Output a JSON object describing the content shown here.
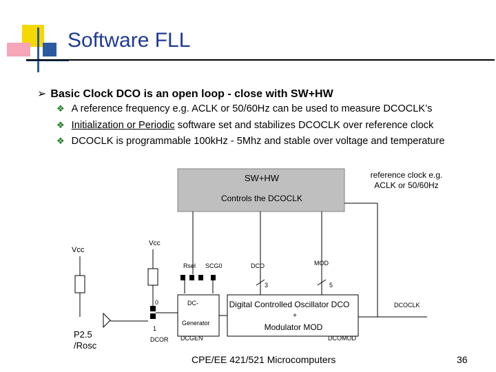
{
  "title": "Software FLL",
  "main_bullet": "Basic Clock DCO is an open loop - close with SW+HW",
  "sub_bullets": [
    {
      "prefix": "A reference frequency e.g. ACLK or 50/60Hz can be used to measure DCOCLK’s",
      "underlined": "",
      "suffix": ""
    },
    {
      "prefix": "",
      "underlined": "Initialization or Periodic",
      "suffix": " software set and stabilizes DCOCLK over reference clock"
    },
    {
      "prefix": "DCOCLK is programmable 100kHz - 5Mhz and stable over voltage and temperature",
      "underlined": "",
      "suffix": ""
    }
  ],
  "diagram": {
    "box_title": "SW+HW",
    "box_subtitle": "Controls the DCOCLK",
    "ref_clock_line1": "reference clock e.g.",
    "ref_clock_line2": "ACLK or 50/60Hz",
    "vcc_left": "Vcc",
    "vcc_mid": "Vcc",
    "rsel": "Rsel",
    "scg0": "SCG0",
    "dco": "DCO",
    "mod": "MOD",
    "bits_3": "3",
    "bits_5": "5",
    "sel_0": "0",
    "sel_1": "1",
    "dc_gen_line1": "DC-",
    "dc_gen_line2": "Generator",
    "osc_line1": "Digital Controlled Oscillator DCO",
    "osc_line2": "+",
    "osc_line3": "Modulator MOD",
    "dcoclk": "DCOCLK",
    "p25_line1": "P2.5",
    "p25_line2": "/Rosc",
    "dcor": "DCOR",
    "dcgen": "DCGEN",
    "dcomod": "DCOMOD"
  },
  "footer": "CPE/EE 421/521 Microcomputers",
  "page_number": "36",
  "colors": {
    "title": "#1f3a93",
    "box_fill": "#bfbfbf",
    "bullet_mark": "#1e7b1e",
    "deco_yellow": "#f5d800",
    "deco_pink": "#f4a6b8",
    "deco_blue": "#2c5aa0"
  }
}
